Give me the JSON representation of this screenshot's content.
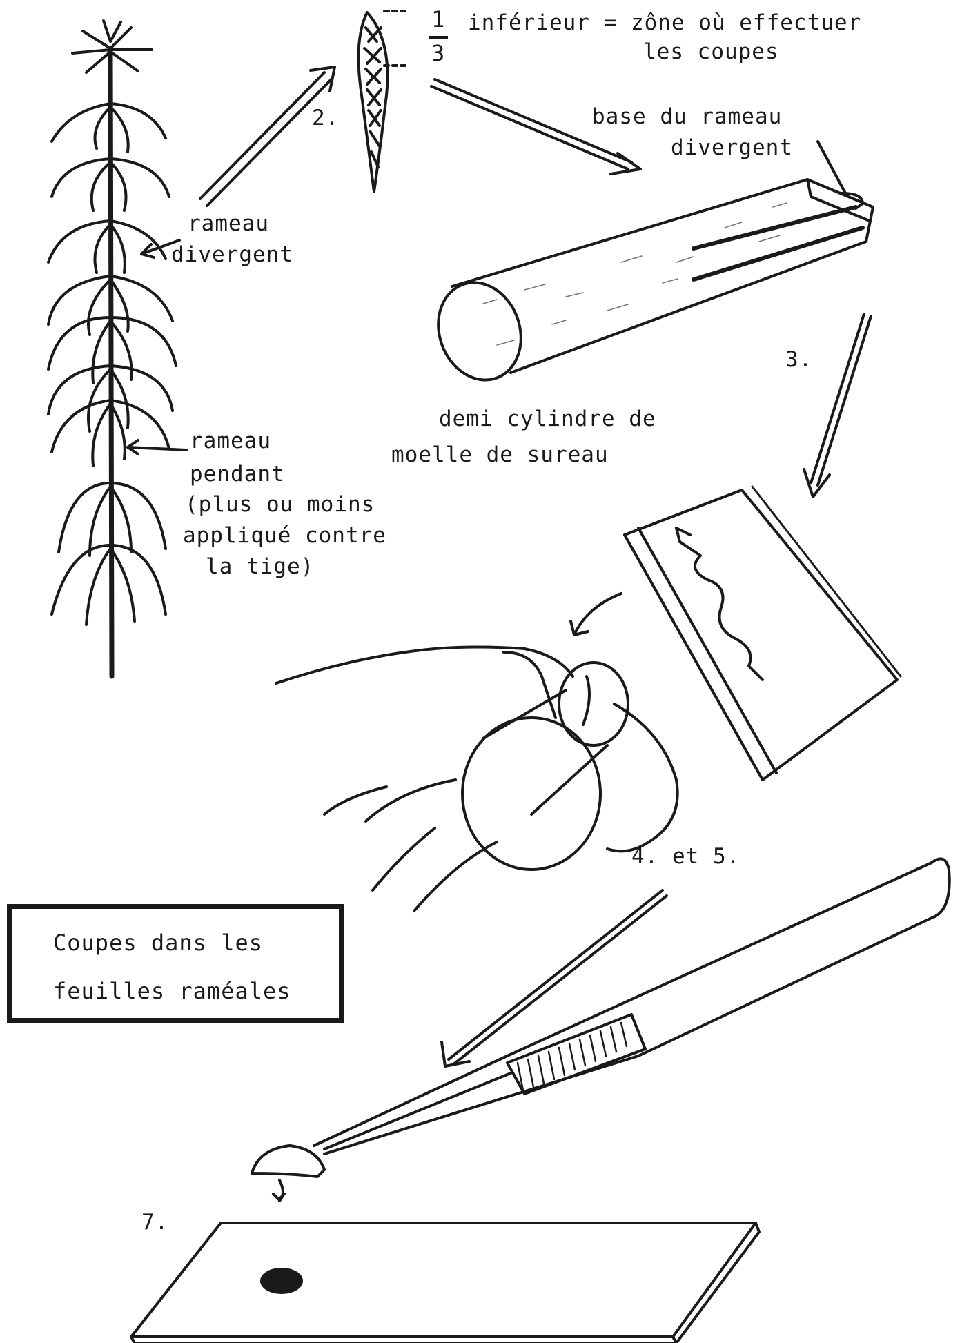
{
  "labels": {
    "frac_num": "1",
    "frac_den": "3",
    "inferior_line1": "inférieur = zône où effectuer",
    "inferior_line2": "les coupes",
    "step2": "2.",
    "base_rameau_line1": "base du rameau",
    "base_rameau_line2": "divergent",
    "rameau_divergent_line1": "rameau",
    "rameau_divergent_line2": "divergent",
    "rameau_pendant_line1": "rameau",
    "rameau_pendant_line2": "pendant",
    "rameau_pendant_line3": "(plus ou moins",
    "rameau_pendant_line4": "appliqué contre",
    "rameau_pendant_line5": "la tige)",
    "step3": "3.",
    "demi_cylindre_line1": "demi cylindre de",
    "demi_cylindre_line2": "moelle de sureau",
    "step45": "4. et 5.",
    "step7": "7."
  },
  "title_box": {
    "line1": "Coupes dans les",
    "line2": "feuilles raméales"
  },
  "icons": [
    "plant-stem-icon",
    "twig-icon",
    "pith-cylinder-icon",
    "razor-blade-icon",
    "hand-icon",
    "tweezers-icon",
    "microscope-slide-icon"
  ],
  "colors": {
    "ink": "#1a1a1a",
    "paper": "#ffffff"
  }
}
